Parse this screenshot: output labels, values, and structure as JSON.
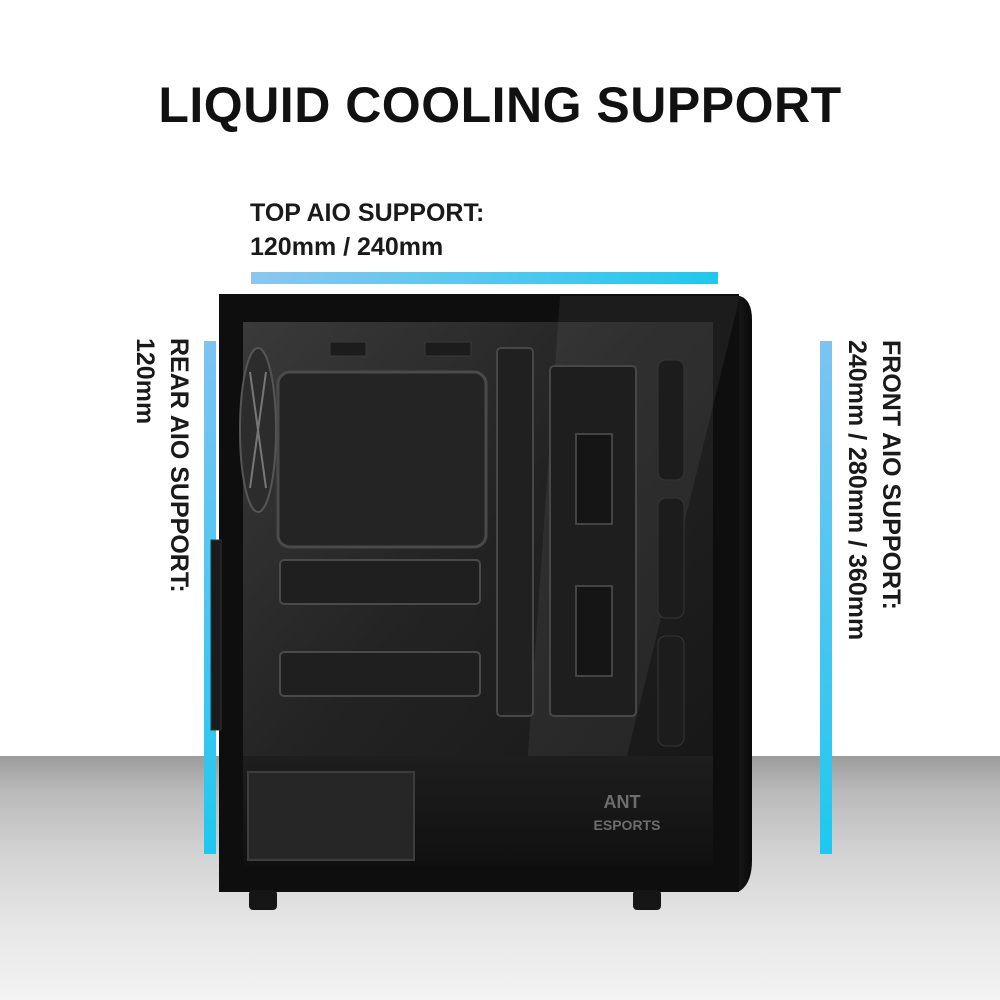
{
  "title": "LIQUID COOLING SUPPORT",
  "top_support": {
    "label": "TOP AIO SUPPORT:",
    "sizes": "120mm / 240mm"
  },
  "rear_support": {
    "label": "REAR AIO SUPPORT:",
    "sizes": "120mm"
  },
  "front_support": {
    "label": "FRONT AIO SUPPORT:",
    "sizes": "240mm / 280mm / 360mm"
  },
  "brand_logo": {
    "mark": "ANT",
    "text": "ESPORTS"
  },
  "colors": {
    "accent": "#1fc8ee",
    "accent_light": "#8ac7f0",
    "case": "#121212"
  }
}
